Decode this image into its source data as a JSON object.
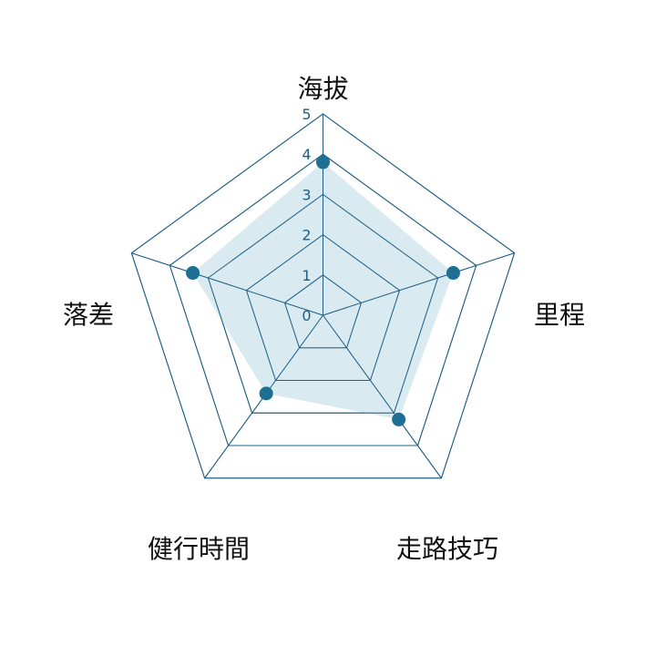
{
  "chart_data": {
    "type": "radar",
    "categories": [
      "海拔",
      "里程",
      "走路技巧",
      "健行時間",
      "落差"
    ],
    "series": [
      {
        "values": [
          3.8,
          3.4,
          3.2,
          2.4,
          3.4
        ]
      }
    ],
    "rlim": [
      0,
      5
    ],
    "ticks": [
      "0",
      "1",
      "2",
      "3",
      "4",
      "5"
    ],
    "grid": true,
    "legend": "none",
    "colors": {
      "grid": "#1f5f86",
      "fill": "#d3e6ee",
      "marker": "#1f6f94",
      "tick_text": "#1f5f86"
    }
  }
}
